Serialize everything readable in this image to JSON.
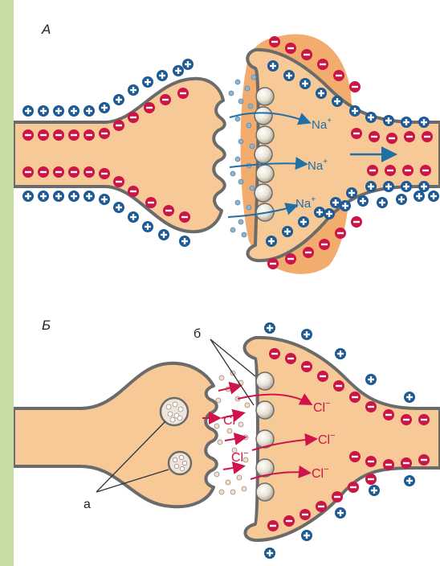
{
  "panel_a": {
    "label": "А",
    "ion": "Na",
    "ion_charge": "+"
  },
  "panel_b": {
    "label": "Б",
    "ion": "Cl",
    "ion_charge": "−",
    "label_vesicles": "а",
    "label_receptors": "б"
  },
  "colors": {
    "background_frame": "#c6dca1",
    "cell_fill": "#f6c996",
    "membrane": "#6b6b6b",
    "positive_charge": "#1d5b96",
    "negative_charge": "#cc1546",
    "na_ion": "#1f6fa8",
    "cl_ion": "#d0144a",
    "postsynaptic_halo": "#f2ad6e"
  },
  "icons": [
    "plus-charge-icon",
    "minus-charge-icon",
    "receptor-channel-icon",
    "synaptic-vesicle-icon"
  ]
}
